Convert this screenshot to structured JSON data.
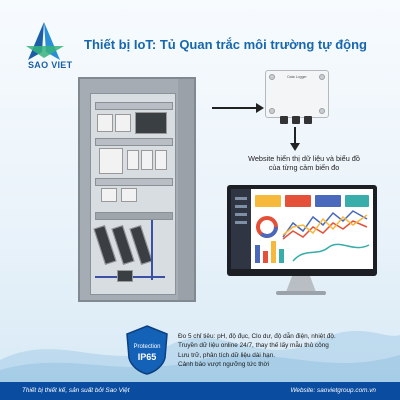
{
  "logo": {
    "text": "SAO VIET"
  },
  "header": {
    "title": "Thiết bị IoT: Tủ Quan trắc môi trường tự động"
  },
  "device": {
    "label": "Data Logger"
  },
  "website_caption": {
    "line1": "Website hiển  thị dữ liệu và biểu đồ",
    "line2": "của từng cảm biến đo"
  },
  "badge": {
    "top": "Protection",
    "bottom": "IP65"
  },
  "features": [
    "Đo 5 chỉ tiêu: pH, độ đục, Clo dư, độ dẫn điện, nhiệt độ.",
    "Truyền dữ liệu online 24/7, thay thế lấy mẫu thủ công",
    "Lưu trữ, phân tích dữ liệu dài hạn.",
    "Cảnh báo vượt ngưỡng tức thời"
  ],
  "footer": {
    "left": "Thiết bị thiết kế, sản suất bởi Sao Việt",
    "right": "Website: saovietgroup.com.vn"
  },
  "colors": {
    "brand_blue": "#1767ad",
    "footer_blue": "#0a4ca0"
  },
  "icons": [
    "sao-viet-logo-icon",
    "arrow-right-icon",
    "arrow-down-icon",
    "shield-icon"
  ]
}
